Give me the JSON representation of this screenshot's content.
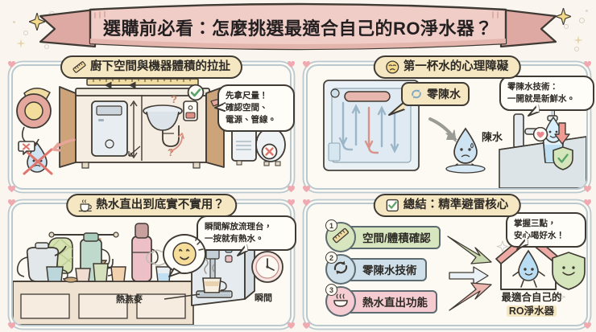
{
  "banner": {
    "title": "選購前必看：怎麼挑選最適合自己的RO淨水器？",
    "ribbon_color": "#edc4bd",
    "ribbon_shadow": "#d9a79f"
  },
  "theme": {
    "background": "#faf6ef",
    "panel_bg": "#fdfaf3",
    "panel_border": "#b9c9cf",
    "pill_bg": "#f6e7c3",
    "ink": "#2d2a26",
    "heart": "#f0a9b0",
    "green": "#d8e6c0",
    "blue": "#cfe0ea",
    "pink": "#f4ccd2"
  },
  "panels": [
    {
      "id": "panel-space",
      "title": "廚下空間與機器體積的拉扯",
      "icon": "ruler-icon",
      "bubble": "先拿尺量！\n確認空間、\n電源、管線。",
      "marks": [
        "check-icon",
        "cross-icon",
        "cross-icon"
      ],
      "scene": "under-sink-cabinet-with-purifier-and-tape-measure"
    },
    {
      "id": "panel-first-cup",
      "title": "第一杯水的心理障礙",
      "icon": "worried-face-icon",
      "tag": {
        "label": "零陳水",
        "icon": "recycle-icon"
      },
      "bubble": "零陳水技術：\n一開就是新鮮水。",
      "labels": [
        {
          "text": "陳水"
        }
      ],
      "scene": "ro-unit-flow-diagram-faucet-and-glass"
    },
    {
      "id": "panel-hot-water",
      "title": "熱水直出到底實不實用？",
      "icon": "coffee-cup-icon",
      "bubble": "瞬間解放流理台，\n一按就有熱水。",
      "labels": [
        {
          "text": "熱燕麥"
        },
        {
          "text": "瞬間"
        }
      ],
      "scene": "kitchen-counter-kettles-and-dispenser-with-clock"
    },
    {
      "id": "panel-summary",
      "title": "總結：精準避雷核心",
      "icon": "checkbox-icon",
      "bubble": "掌握三點，\n安心喝好水！",
      "items": [
        {
          "number": "1",
          "label": "空間/體積確認",
          "icon": "ruler-icon",
          "color": "#d8e6c0"
        },
        {
          "number": "2",
          "label": "零陳水技術",
          "icon": "recycle-icon",
          "color": "#cfe0ea"
        },
        {
          "number": "3",
          "label": "熱水直出功能",
          "icon": "steam-bowl-icon",
          "color": "#f4ccd2"
        }
      ],
      "result_line1": "最適合自己的",
      "result_line2": "RO淨水器",
      "result_icons": [
        "house-water-drop-icon",
        "shield-smile-icon"
      ]
    }
  ]
}
